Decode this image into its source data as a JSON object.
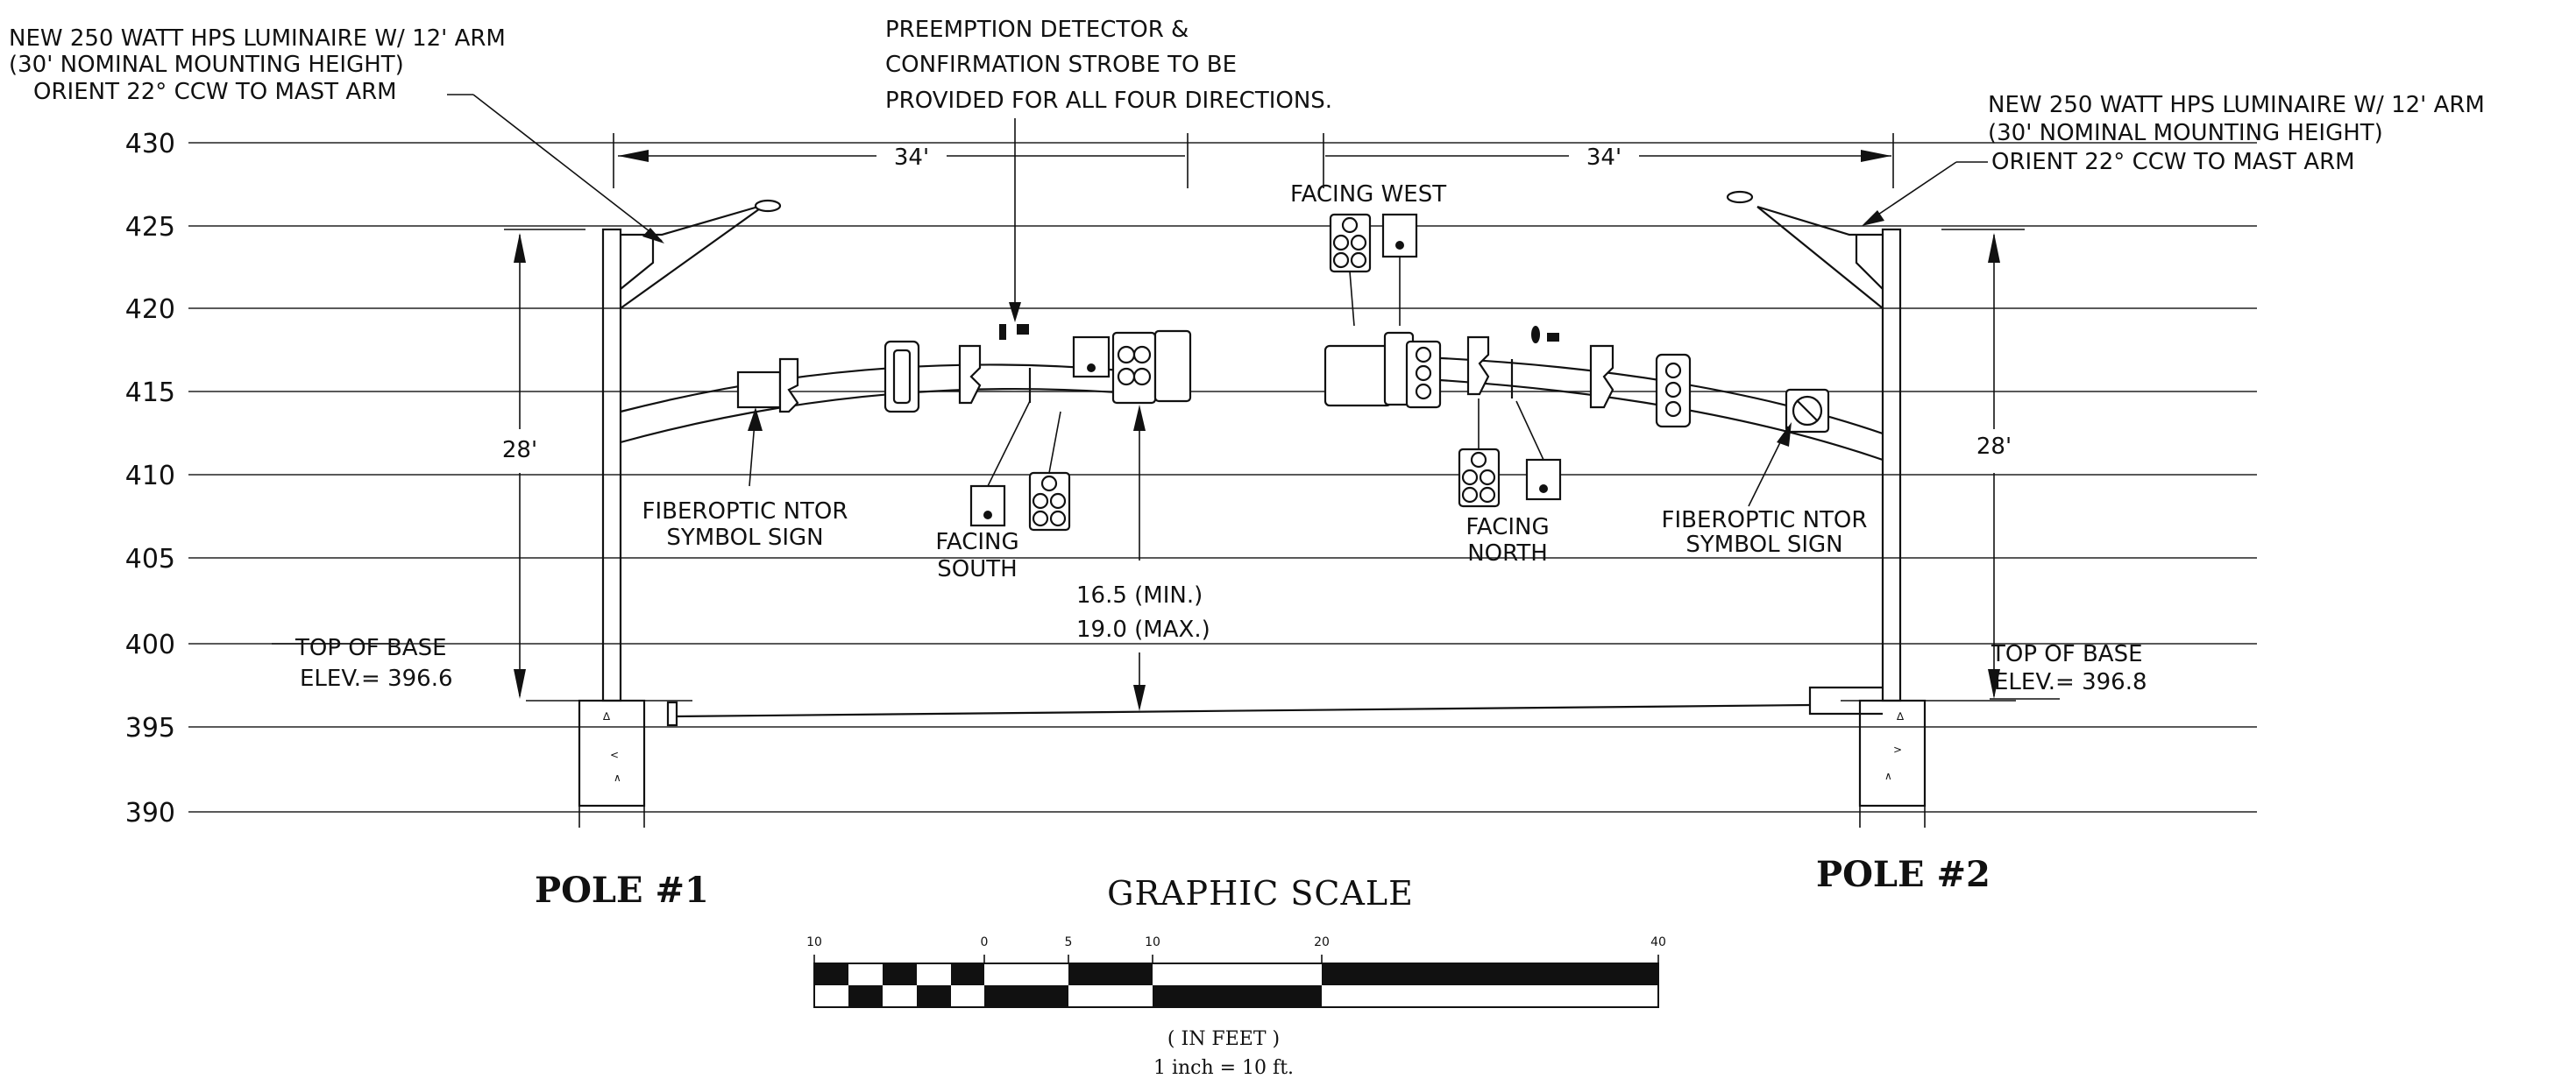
{
  "elevations": [
    "430",
    "425",
    "420",
    "415",
    "410",
    "405",
    "400",
    "395",
    "390"
  ],
  "notes": {
    "luminaire_left": [
      "NEW 250 WATT HPS LUMINAIRE W/ 12' ARM",
      "(30' NOMINAL MOUNTING HEIGHT)",
      "ORIENT 22° CCW TO MAST ARM"
    ],
    "luminaire_right": [
      "NEW 250 WATT HPS LUMINAIRE W/ 12' ARM",
      "(30' NOMINAL MOUNTING HEIGHT)",
      "ORIENT 22° CCW TO MAST ARM"
    ],
    "preemption": [
      "PREEMPTION DETECTOR &",
      "CONFIRMATION STROBE TO BE",
      "PROVIDED FOR ALL FOUR DIRECTIONS."
    ],
    "facing_west": "FACING WEST",
    "facing_south": [
      "FACING",
      "SOUTH"
    ],
    "facing_north": [
      "FACING",
      "NORTH"
    ],
    "ntor_left": [
      "FIBEROPTIC NTOR",
      "SYMBOL SIGN"
    ],
    "ntor_right": [
      "FIBEROPTIC NTOR",
      "SYMBOL SIGN"
    ],
    "clearance": [
      "16.5 (MIN.)",
      "19.0 (MAX.)"
    ],
    "base_left": [
      "TOP OF BASE",
      "ELEV.= 396.6"
    ],
    "base_right": [
      "TOP OF BASE",
      "ELEV.= 396.8"
    ]
  },
  "dimensions": {
    "arm_left": "34'",
    "arm_right": "34'",
    "height_left": "28'",
    "height_right": "28'"
  },
  "poles": {
    "pole1": "POLE #1",
    "pole2": "POLE #2"
  },
  "scale": {
    "title": "GRAPHIC SCALE",
    "ticks": [
      "10",
      "0",
      "5",
      "10",
      "20",
      "40"
    ],
    "units": "( IN FEET )",
    "ratio": "1 inch = 10   ft."
  }
}
